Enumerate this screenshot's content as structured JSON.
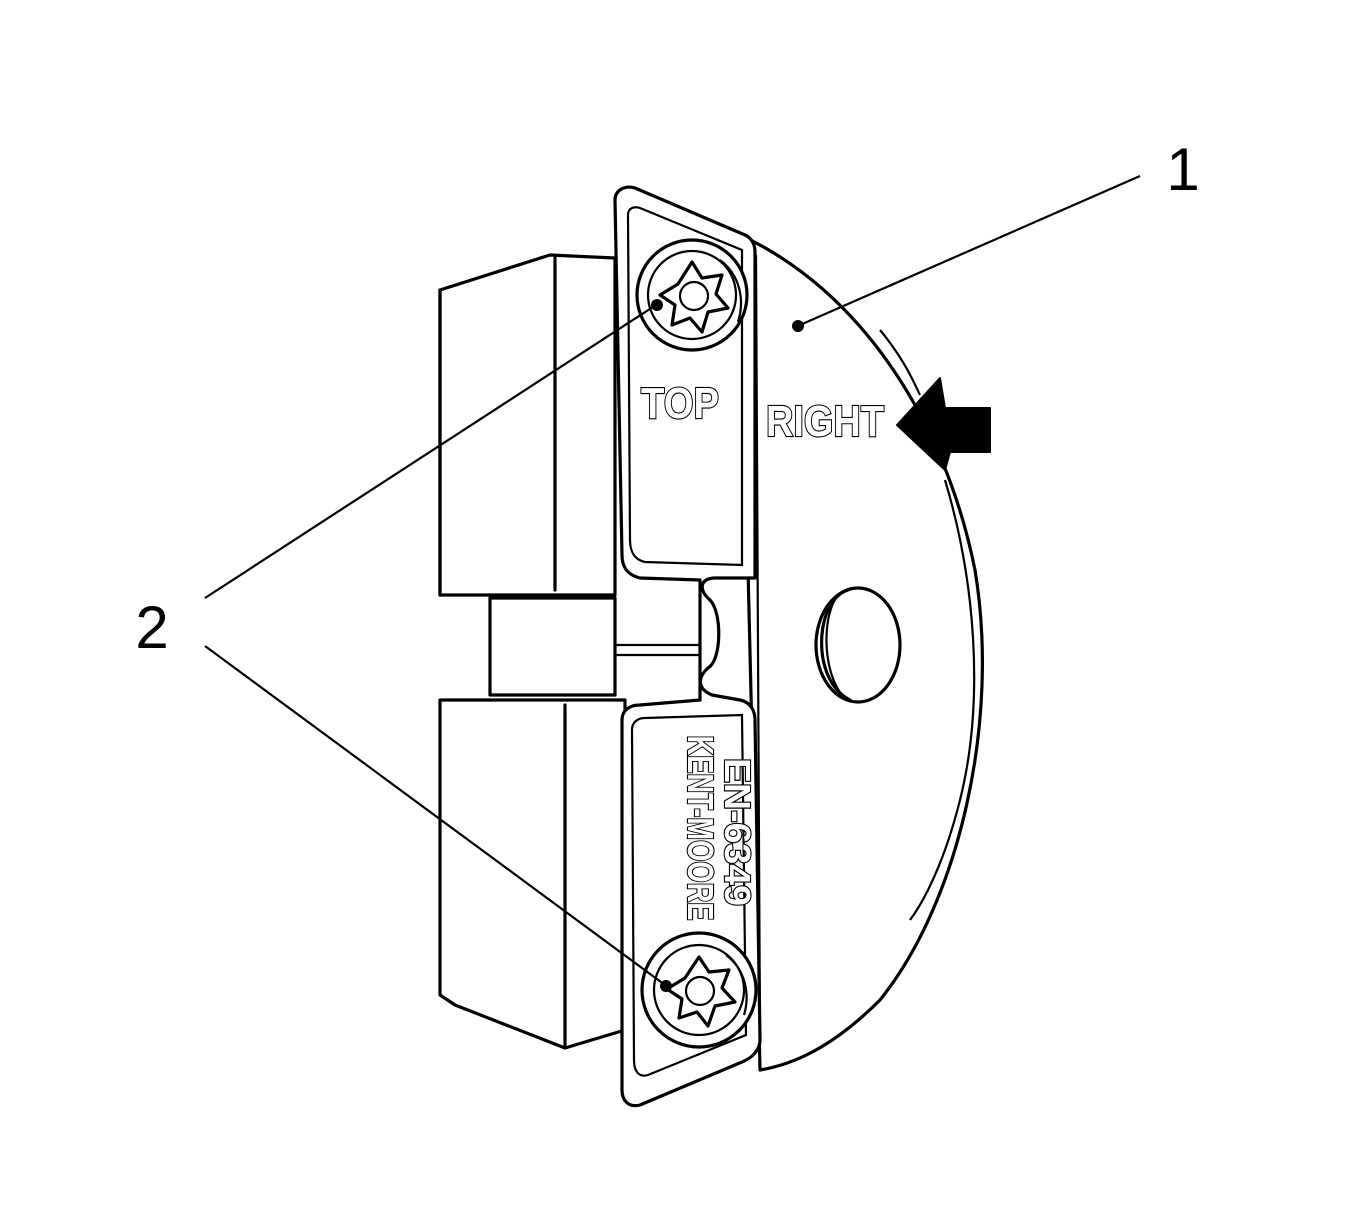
{
  "diagram": {
    "callouts": [
      {
        "id": "1",
        "label": "1"
      },
      {
        "id": "2",
        "label": "2"
      }
    ],
    "embossed_text": {
      "top": "TOP",
      "right": "RIGHT",
      "brand": "KENT-MOORE",
      "part_number": "EN-6349"
    },
    "colors": {
      "ink": "#000000",
      "paper": "#ffffff"
    }
  }
}
